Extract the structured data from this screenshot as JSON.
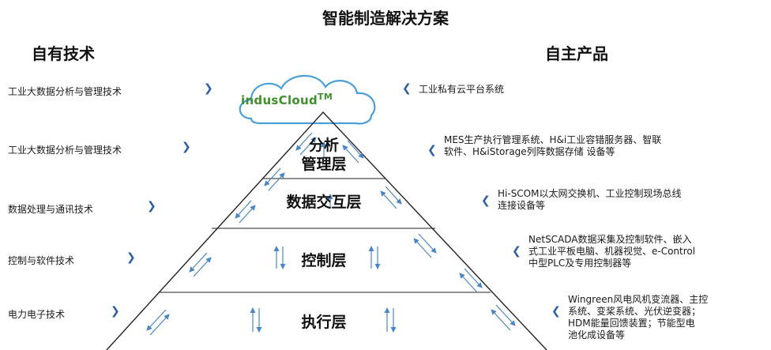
{
  "title": "智能制造解决方案",
  "left_column": {
    "heading": "自有技术",
    "items": [
      "工业大数据分析与管理技术",
      "工业大数据分析与管理技术",
      "数据处理与通讯技术",
      "控制与软件技术",
      "电力电子技术"
    ]
  },
  "right_column": {
    "heading": "自主产品",
    "items": [
      [
        "工业私有云平台系统"
      ],
      [
        "MES生产执行管理系统、H&i工业容错服务器、智联",
        "软件、H&iStorage列阵数据存储 设备等"
      ],
      [
        "Hi-SCOM以太网交换机、工业控制现场总线",
        "连接设备等"
      ],
      [
        "NetSCADA数据采集及控制软件、嵌入",
        "式工业平板电脑、机器视觉、e-Control",
        "中型PLC及专用控制器等"
      ],
      [
        "Wingreen风电风机变流器、主控",
        "系统、变桨系统、光伏逆变器；",
        "HDM能量回馈装置；节能型电",
        "池化成设备等"
      ]
    ]
  },
  "cloud": {
    "logo_text": "indusCloud",
    "trademark": "TM"
  },
  "layers": {
    "analysis": [
      "分析",
      "管理层"
    ],
    "data_exchange": "数据交互层",
    "control": "控制层",
    "execution": "执行层"
  },
  "colors": {
    "chevron": "#2e5fa3",
    "cloud_stroke": "#4a9fd8",
    "logo": "#3f8f2b",
    "pyramid_line": "#222222",
    "arrow": "#4a86c5"
  },
  "icons": {
    "bullet": "chevron-right-icon",
    "bullet_right": "chevron-left-icon"
  }
}
